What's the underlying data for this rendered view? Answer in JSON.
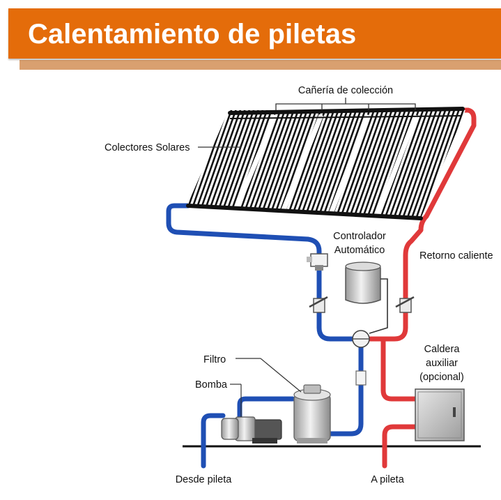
{
  "header": {
    "title": "Calentamiento de piletas",
    "background_color": "#e46c0a"
  },
  "diagram": {
    "labels": {
      "collection_pipe": "Cañería de colección",
      "solar_collectors": "Colectores Solares",
      "controller_line1": "Controlador",
      "controller_line2": "Automático",
      "hot_return": "Retorno caliente",
      "heater_line1": "Caldera",
      "heater_line2": "auxiliar",
      "heater_line3": "(opcional)",
      "filter": "Filtro",
      "pump": "Bomba",
      "from_pool": "Desde pileta",
      "to_pool": "A pileta"
    },
    "colors": {
      "cold_pipe": "#1f4fb4",
      "hot_pipe": "#e0393a",
      "panel": "#111111"
    }
  }
}
